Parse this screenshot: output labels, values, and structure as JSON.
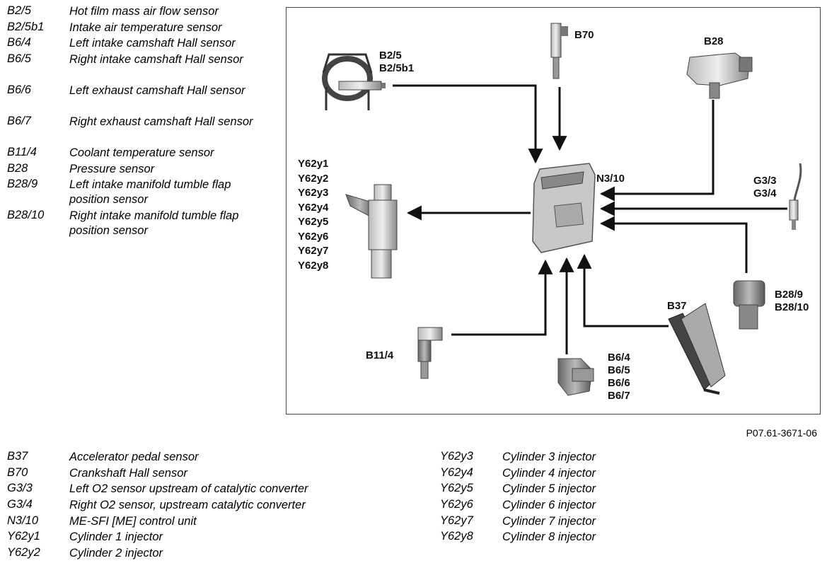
{
  "legend_top": [
    {
      "code": "B2/5",
      "desc": "Hot film mass air flow sensor"
    },
    {
      "code": "B2/5b1",
      "desc": "Intake air temperature sensor"
    },
    {
      "code": "B6/4",
      "desc": "Left intake camshaft Hall sensor"
    },
    {
      "code": "B6/5",
      "desc": "Right intake camshaft Hall sensor"
    },
    {
      "code": "B6/6",
      "desc": "Left exhaust camshaft Hall sensor"
    },
    {
      "code": "B6/7",
      "desc": "Right exhaust camshaft Hall sensor"
    },
    {
      "code": "B11/4",
      "desc": "Coolant temperature sensor"
    },
    {
      "code": "B28",
      "desc": "Pressure sensor"
    },
    {
      "code": "B28/9",
      "desc": "Left intake manifold tumble flap position sensor"
    },
    {
      "code": "B28/10",
      "desc": "Right intake manifold tumble flap position sensor"
    }
  ],
  "legend_bottom_left": [
    {
      "code": "B37",
      "desc": "Accelerator pedal sensor"
    },
    {
      "code": "B70",
      "desc": "Crankshaft Hall sensor"
    },
    {
      "code": "G3/3",
      "desc": "Left O2 sensor upstream of catalytic converter"
    },
    {
      "code": "G3/4",
      "desc": "Right O2 sensor, upstream catalytic converter"
    },
    {
      "code": "N3/10",
      "desc": "ME-SFI [ME] control unit"
    },
    {
      "code": "Y62y1",
      "desc": "Cylinder 1 injector"
    },
    {
      "code": "Y62y2",
      "desc": "Cylinder 2 injector"
    }
  ],
  "legend_bottom_right": [
    {
      "code": "Y62y3",
      "desc": "Cylinder 3 injector"
    },
    {
      "code": "Y62y4",
      "desc": "Cylinder 4 injector"
    },
    {
      "code": "Y62y5",
      "desc": "Cylinder 5 injector"
    },
    {
      "code": "Y62y6",
      "desc": "Cylinder 6 injector"
    },
    {
      "code": "Y62y7",
      "desc": "Cylinder 7 injector"
    },
    {
      "code": "Y62y8",
      "desc": "Cylinder 8 injector"
    }
  ],
  "diagram_labels": {
    "maf": [
      "B2/5",
      "B2/5b1"
    ],
    "crank": "B70",
    "pressure": "B28",
    "ecu": "N3/10",
    "o2": [
      "G3/3",
      "G3/4"
    ],
    "injectors": [
      "Y62y1",
      "Y62y2",
      "Y62y3",
      "Y62y4",
      "Y62y5",
      "Y62y6",
      "Y62y7",
      "Y62y8"
    ],
    "tumble": [
      "B28/9",
      "B28/10"
    ],
    "pedal": "B37",
    "coolant": "B11/4",
    "cam": [
      "B6/4",
      "B6/5",
      "B6/6",
      "B6/7"
    ]
  },
  "figure_id": "P07.61-3671-06"
}
